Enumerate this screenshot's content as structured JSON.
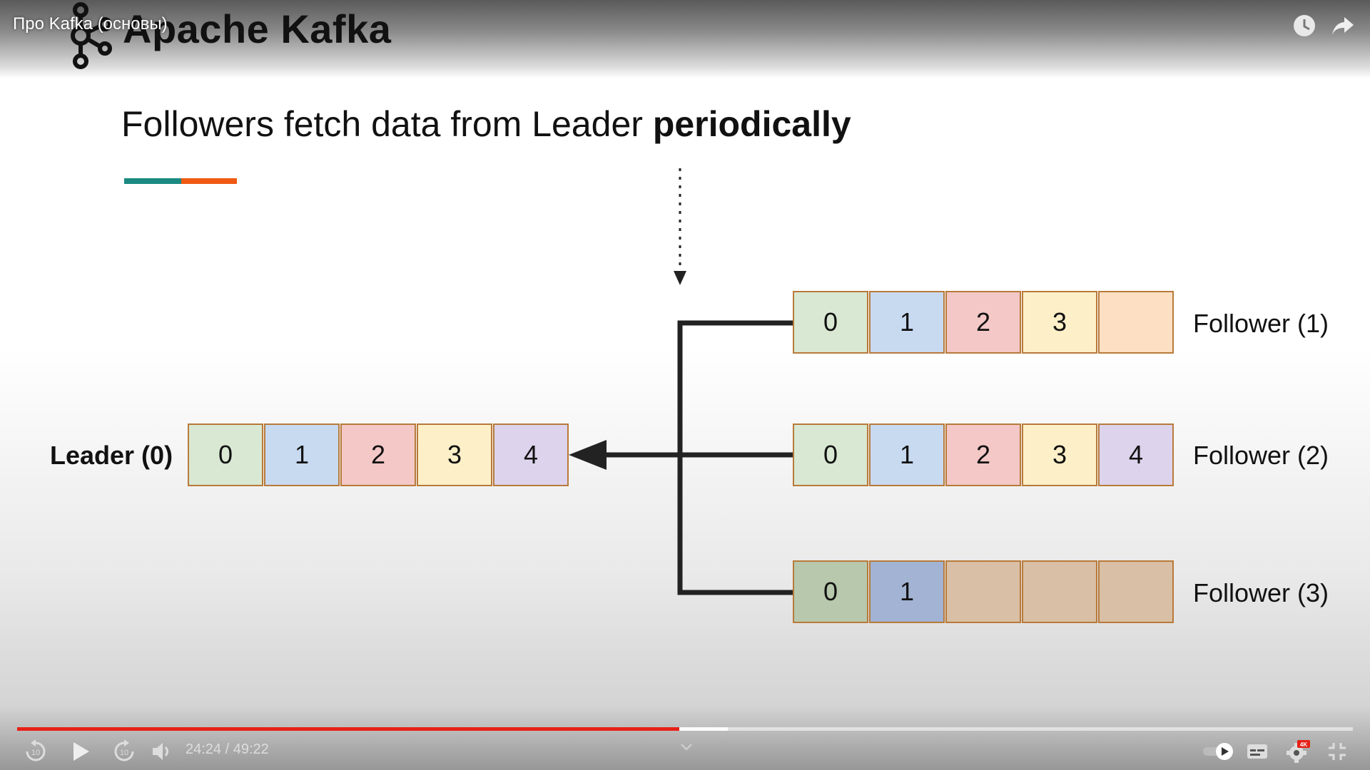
{
  "video": {
    "title": "Про Kafka (основы)",
    "time_display": "24:24 / 49:22",
    "progress": 0.4958,
    "buffered": 0.5322
  },
  "slide": {
    "logo_text": "Apache Kafka",
    "title_regular": "Followers fetch data from Leader ",
    "title_bold": "periodically",
    "accent_colors": [
      "#1a8a82",
      "#f05a14"
    ],
    "leader": {
      "label": "Leader (0)",
      "cells": [
        {
          "text": "0",
          "color": "#d9e8d2"
        },
        {
          "text": "1",
          "color": "#c8daf0"
        },
        {
          "text": "2",
          "color": "#f3c8c6"
        },
        {
          "text": "3",
          "color": "#fdf0c8"
        },
        {
          "text": "4",
          "color": "#ddd3ec"
        }
      ]
    },
    "followers": [
      {
        "label": "Follower (1)",
        "cells": [
          {
            "text": "0",
            "color": "#d9e8d2"
          },
          {
            "text": "1",
            "color": "#c8daf0"
          },
          {
            "text": "2",
            "color": "#f3c8c6"
          },
          {
            "text": "3",
            "color": "#fdf0c8"
          },
          {
            "text": "",
            "color": "#fde0c4"
          }
        ]
      },
      {
        "label": "Follower (2)",
        "cells": [
          {
            "text": "0",
            "color": "#d9e8d2"
          },
          {
            "text": "1",
            "color": "#c8daf0"
          },
          {
            "text": "2",
            "color": "#f3c8c6"
          },
          {
            "text": "3",
            "color": "#fdf0c8"
          },
          {
            "text": "4",
            "color": "#ddd3ec"
          }
        ]
      },
      {
        "label": "Follower (3)",
        "cells": [
          {
            "text": "0",
            "color": "#b7c8ad"
          },
          {
            "text": "1",
            "color": "#a2b3d3"
          },
          {
            "text": "",
            "color": "#d9bfa5"
          },
          {
            "text": "",
            "color": "#d9bfa5"
          },
          {
            "text": "",
            "color": "#d9bfa5"
          }
        ]
      }
    ]
  },
  "controls": {
    "icons": [
      "replay-10-icon",
      "play-icon",
      "forward-10-icon",
      "volume-icon",
      "chevron-down-icon",
      "autoplay-toggle-icon",
      "subtitles-icon",
      "settings-icon",
      "exit-fullscreen-icon",
      "watch-later-icon",
      "share-icon"
    ],
    "settings_badge": "4K",
    "brand_red": "#e62117"
  }
}
